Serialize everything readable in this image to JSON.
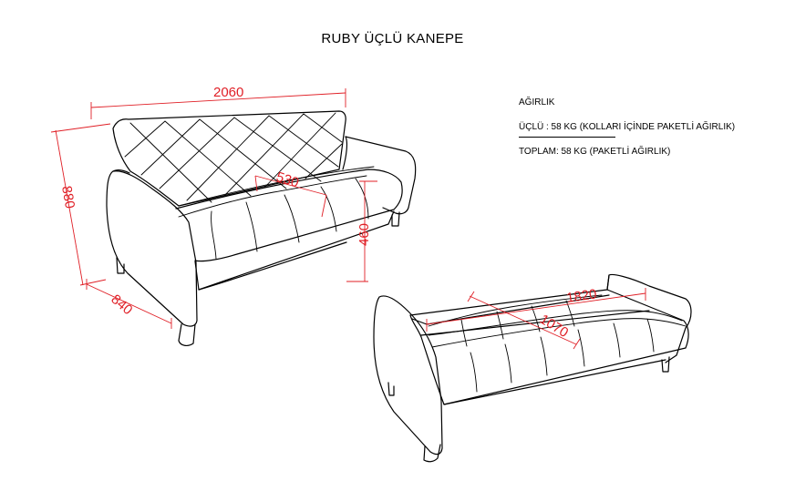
{
  "title": "RUBY ÜÇLÜ  KANEPE",
  "specs": {
    "weight_heading": "AĞIRLIK",
    "seat_weight": "ÜÇLÜ :  58 KG (KOLLARI İÇİNDE PAKETLİ AĞIRLIK)",
    "total_weight": "TOPLAM: 58 KG (PAKETLİ AĞIRLIK)"
  },
  "dimensions": {
    "width": "2060",
    "height": "880",
    "depth": "840",
    "seat_depth": "530",
    "seat_height": "460",
    "bed_length": "1820",
    "bed_width": "1070"
  },
  "colors": {
    "line": "#000000",
    "dimension": "#e01f26"
  }
}
